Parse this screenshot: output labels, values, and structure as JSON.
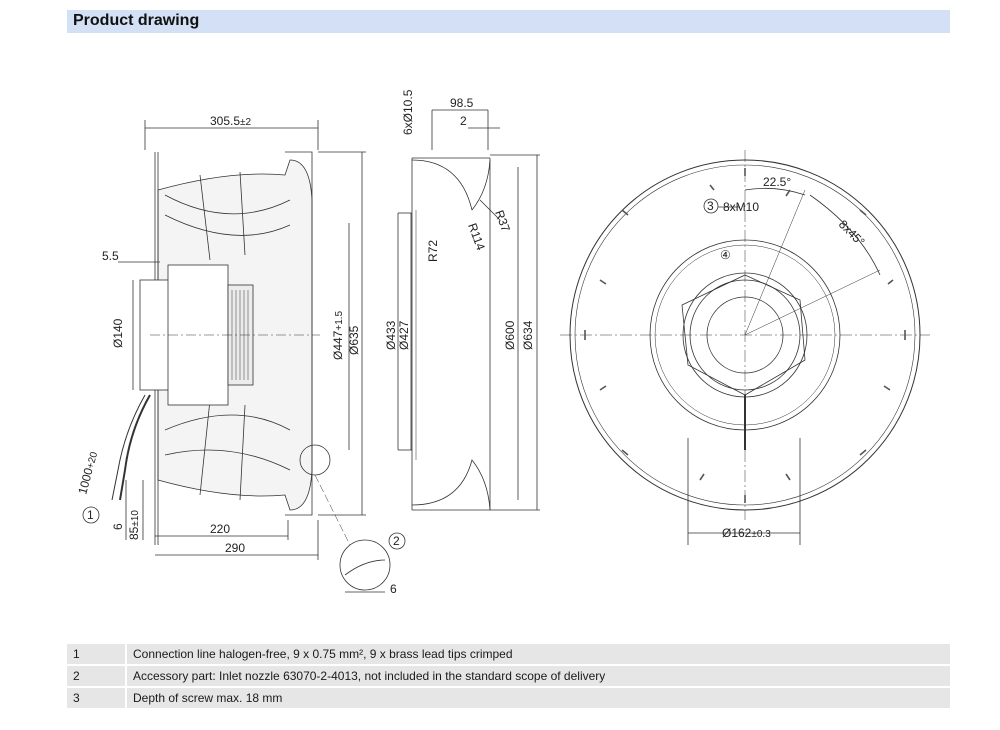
{
  "header": {
    "title": "Product drawing"
  },
  "side_view": {
    "dims": {
      "width_total": "305.5",
      "width_total_tol": "±2",
      "flange": "5.5",
      "hub": "Ø140",
      "outer1": "Ø447",
      "outer1_tol": "+1.5",
      "outer2": "Ø635",
      "cable": "1000",
      "cable_tol": "+20",
      "d6": "6",
      "d85": "85",
      "d85_tol": "±10",
      "d220": "220",
      "d290": "290"
    },
    "callout_1": "1",
    "callout_2": "2",
    "detail_dim": "6"
  },
  "nozzle_view": {
    "dims": {
      "holes": "6xØ10.5",
      "depth": "98.5",
      "lip": "2",
      "r37": "R37",
      "r72": "R72",
      "r114": "R114",
      "d433": "Ø433",
      "d427": "Ø427",
      "d600": "Ø600",
      "d634": "Ø634"
    }
  },
  "front_view": {
    "dims": {
      "angle": "22.5°",
      "pattern": "8x45°",
      "thread": "8xM10",
      "bore": "Ø162",
      "bore_tol": "±0.3",
      "marker_4": "④"
    },
    "callout_3": "3"
  },
  "notes": [
    {
      "num": "1",
      "text": "Connection line halogen-free, 9 x 0.75 mm², 9 x brass lead tips crimped"
    },
    {
      "num": "2",
      "text": "Accessory part: Inlet nozzle 63070-2-4013, not included in the standard scope of delivery"
    },
    {
      "num": "3",
      "text": "Depth of screw max. 18 mm"
    }
  ]
}
